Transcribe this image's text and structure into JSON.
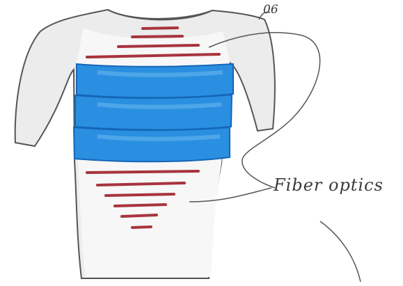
{
  "annotation": {
    "label": "Fiber optics",
    "number": "06"
  },
  "colors": {
    "paper": "#ffffff",
    "ink": "#3a3a3a",
    "shirt_fill": "#e6e6e6",
    "stripes": "#a8343d",
    "band_fill": "#2a8fe0",
    "band_dark": "#1466b8",
    "band_light": "#68b6ee"
  },
  "sketch": {
    "upper_stripe_count": 4,
    "lower_stripe_count": 6,
    "blue_band_count": 3
  }
}
